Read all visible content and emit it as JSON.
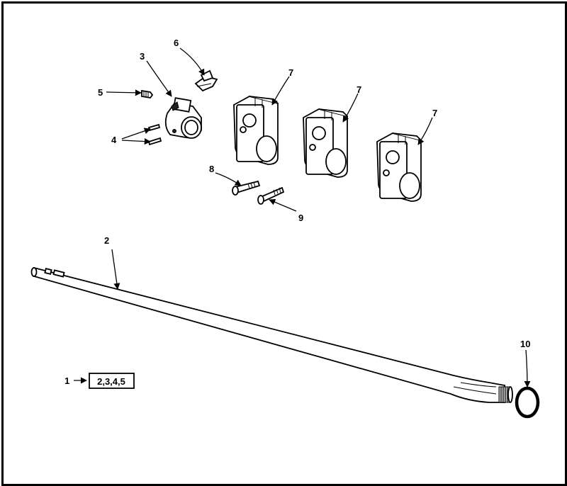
{
  "callouts": {
    "c1": "1",
    "c2": "2",
    "c3": "3",
    "c4": "4",
    "c5": "5",
    "c6": "6",
    "c7a": "7",
    "c7b": "7",
    "c7c": "7",
    "c8": "8",
    "c9": "9",
    "c10": "10"
  },
  "group_box": "2,3,4,5",
  "colors": {
    "line": "#000000",
    "background": "#ffffff",
    "shade": "#bdbdbd"
  }
}
